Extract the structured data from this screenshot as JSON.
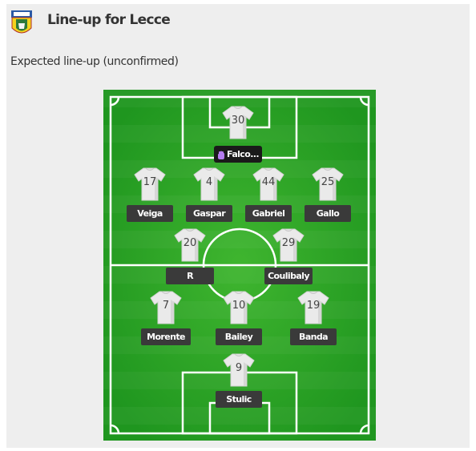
{
  "header": {
    "title": "Line-up for Lecce",
    "logo_icon": "lecce-crest-icon"
  },
  "subtitle": "Expected line-up (unconfirmed)",
  "colors": {
    "panel_bg": "#eeeeee",
    "pitch_green": "#1f9a1f",
    "name_tag_bg": "#3a3a3a",
    "goalkeeper_glove": "#b57cf0"
  },
  "goalkeeper": {
    "number": "30",
    "name": "Falco...",
    "icon": "goalkeeper-glove-icon"
  },
  "defenders": [
    {
      "number": "17",
      "name": "Veiga"
    },
    {
      "number": "4",
      "name": "Gaspar"
    },
    {
      "number": "44",
      "name": "Gabriel"
    },
    {
      "number": "25",
      "name": "Gallo"
    }
  ],
  "midfield": [
    {
      "number": "20",
      "name": "R"
    },
    {
      "number": "29",
      "name": "Coulibaly"
    }
  ],
  "attacking_mid": [
    {
      "number": "7",
      "name": "Morente"
    },
    {
      "number": "10",
      "name": "Bailey"
    },
    {
      "number": "19",
      "name": "Banda"
    }
  ],
  "striker": {
    "number": "9",
    "name": "Stulic"
  }
}
